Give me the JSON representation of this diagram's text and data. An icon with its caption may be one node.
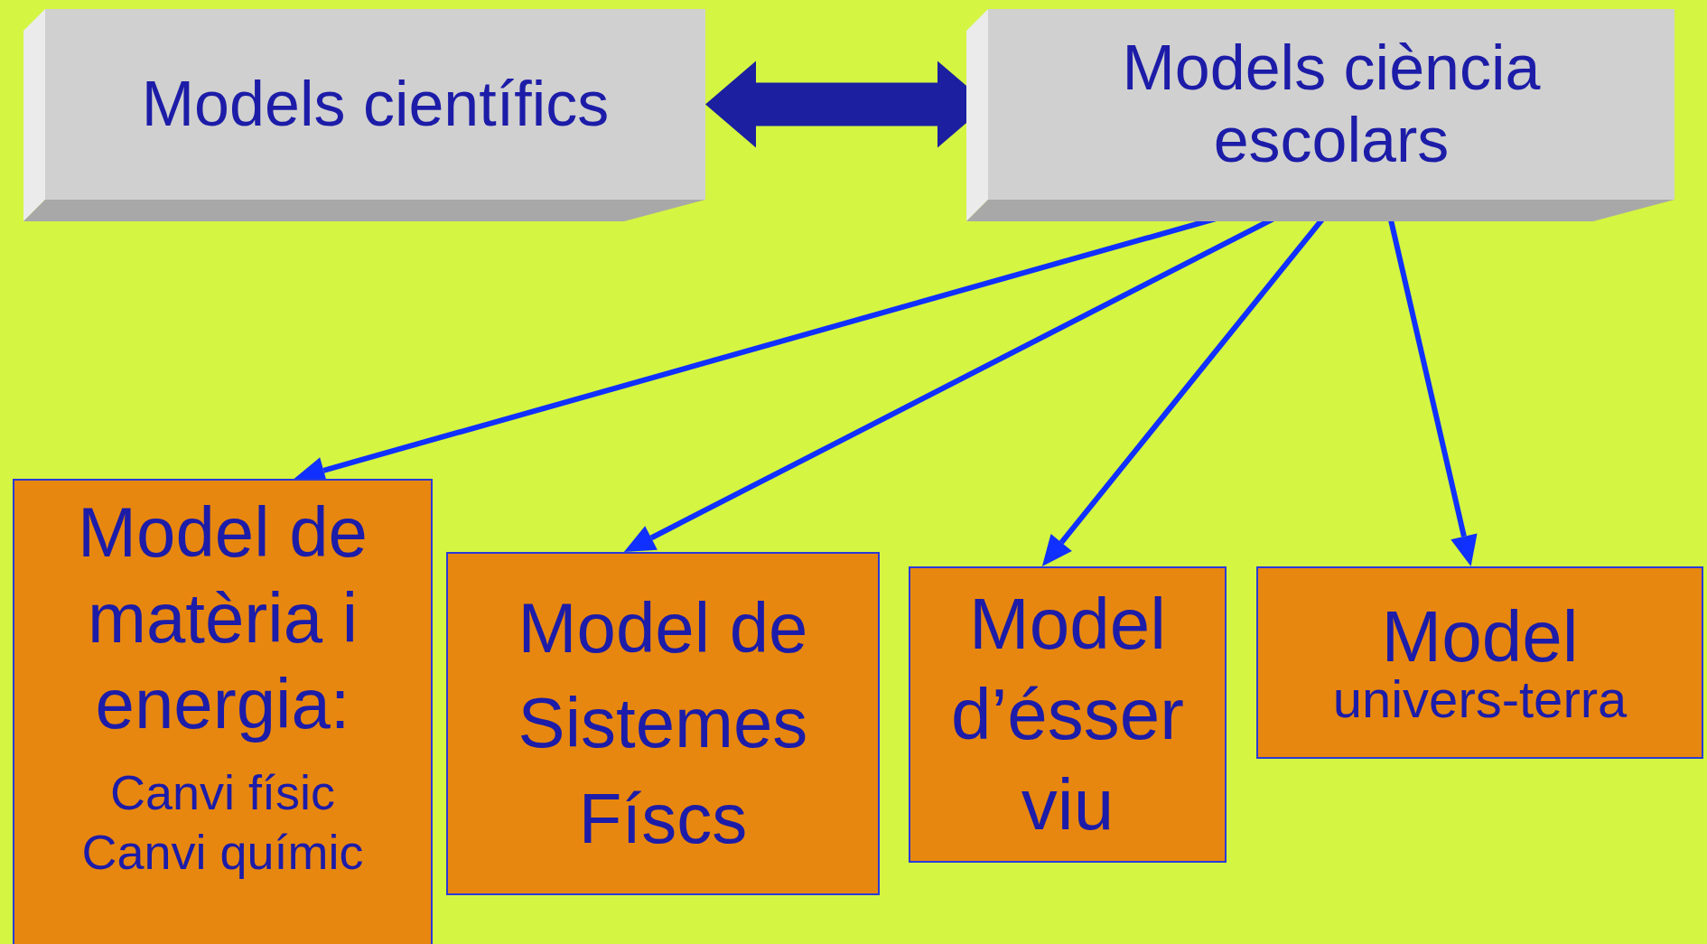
{
  "diagram": {
    "nodes": [
      {
        "text": [
          "Models científics"
        ]
      },
      {
        "text": [
          "Models ciència escolars"
        ]
      },
      {
        "text": [
          "Model de matèria i energia:",
          "Canvi físic Canvi químic"
        ]
      },
      {
        "text": [
          "Model de Sistemes Físcs"
        ]
      },
      {
        "text": [
          "Model d’ésser viu"
        ]
      },
      {
        "text": [
          "Model",
          "univers-terra"
        ]
      }
    ],
    "edges": [
      {
        "from": 0,
        "to": 1,
        "arrow": "both",
        "style": "thick",
        "color": "#1b1fa0"
      },
      {
        "from": 1,
        "to": 2,
        "arrow": "to"
      },
      {
        "from": 1,
        "to": 3,
        "arrow": "to"
      },
      {
        "from": 1,
        "to": 4,
        "arrow": "to"
      },
      {
        "from": 1,
        "to": 5,
        "arrow": "to"
      }
    ]
  }
}
